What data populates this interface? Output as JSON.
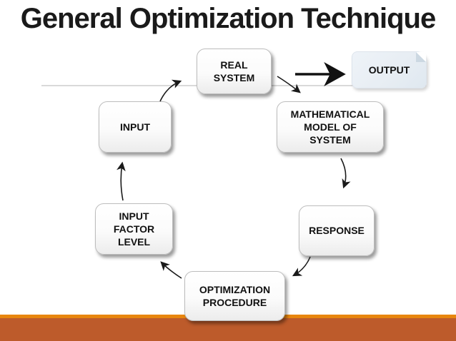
{
  "slide": {
    "title": "General Optimization Technique",
    "colors": {
      "title_text": "#1A1A1A",
      "bottom_bar_accent": "#E8860E",
      "bottom_bar_main": "#BD5B2B",
      "output_box_fill": "#E9EEF4",
      "node_fill": "#FFFFFF",
      "node_text": "#111111",
      "arrow": "#1A1A1A",
      "rule_line": "#D9D9D9"
    }
  },
  "diagram": {
    "nodes": {
      "real_system": {
        "label": "REAL\nSYSTEM"
      },
      "output": {
        "label": "OUTPUT"
      },
      "mathematical_model": {
        "label": "MATHEMATICAL\nMODEL OF\nSYSTEM"
      },
      "input": {
        "label": "INPUT"
      },
      "response": {
        "label": "RESPONSE"
      },
      "input_factor_level": {
        "label": "INPUT\nFACTOR\nLEVEL"
      },
      "optimization_procedure": {
        "label": "OPTIMIZATION\nPROCEDURE"
      }
    },
    "flow": [
      "INPUT → REAL SYSTEM",
      "REAL SYSTEM → OUTPUT",
      "REAL SYSTEM → MATHEMATICAL MODEL OF SYSTEM",
      "MATHEMATICAL MODEL OF SYSTEM → RESPONSE",
      "RESPONSE → OPTIMIZATION PROCEDURE",
      "OPTIMIZATION PROCEDURE → INPUT FACTOR LEVEL",
      "INPUT FACTOR LEVEL → INPUT"
    ]
  }
}
